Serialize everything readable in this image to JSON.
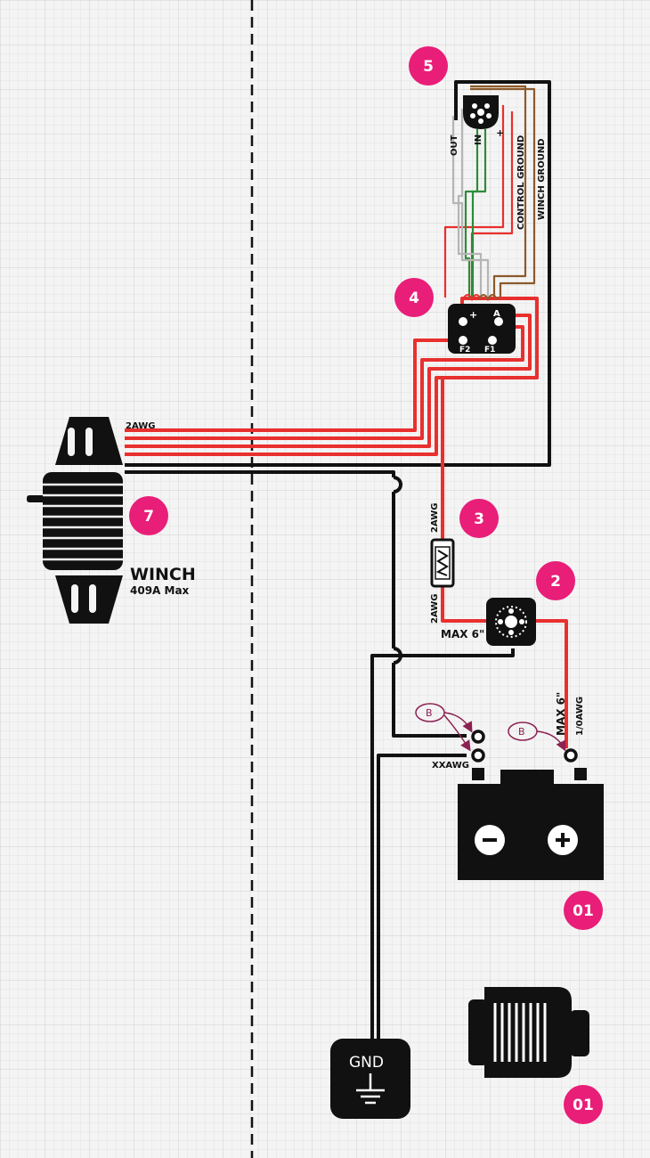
{
  "colors": {
    "background": "#f4f4f4",
    "grid_minor": "#e2e2e2",
    "grid_major": "#cfcfcf",
    "accent_badge": "#e91e78",
    "wire_power": "#e8302e",
    "wire_ground": "#111111",
    "wire_green": "#2e8b3a",
    "wire_brown": "#8b5a2b",
    "wire_gray": "#b5b5b5",
    "callout": "#8b2252"
  },
  "badges": {
    "b5": "5",
    "b4": "4",
    "b3": "3",
    "b2": "2",
    "b7": "7",
    "b1_battery": "01",
    "b1_alternator": "01"
  },
  "labels": {
    "gauge_winch_cable": "2AWG",
    "fuse_top_gauge": "2AWG",
    "fuse_bottom_gauge": "2AWG",
    "max_left": "MAX 6\"",
    "max_right": "MAX 6\"",
    "battery_cable_gauge": "1/0AWG",
    "ground_cable_gauge": "XXAWG",
    "out": "OUT",
    "in": "IN",
    "plus": "+",
    "control_ground": "CONTROL GROUND",
    "winch_ground": "WINCH GROUND",
    "solenoid_plus": "+",
    "solenoid_a": "A",
    "solenoid_f2": "F2",
    "solenoid_f1": "F1",
    "callout_left": "B",
    "callout_right": "B",
    "battery_minus": "−",
    "battery_plus": "+",
    "ground_box": "GND"
  },
  "winch": {
    "title": "WINCH",
    "rating": "409A Max"
  },
  "icons": {
    "winch": "winch-icon",
    "battery": "battery-icon",
    "alternator": "alternator-icon",
    "fuse": "fuse-icon",
    "breaker": "circuit-breaker-icon",
    "solenoid": "solenoid-icon",
    "connector": "control-connector-icon",
    "ground": "ground-icon"
  }
}
